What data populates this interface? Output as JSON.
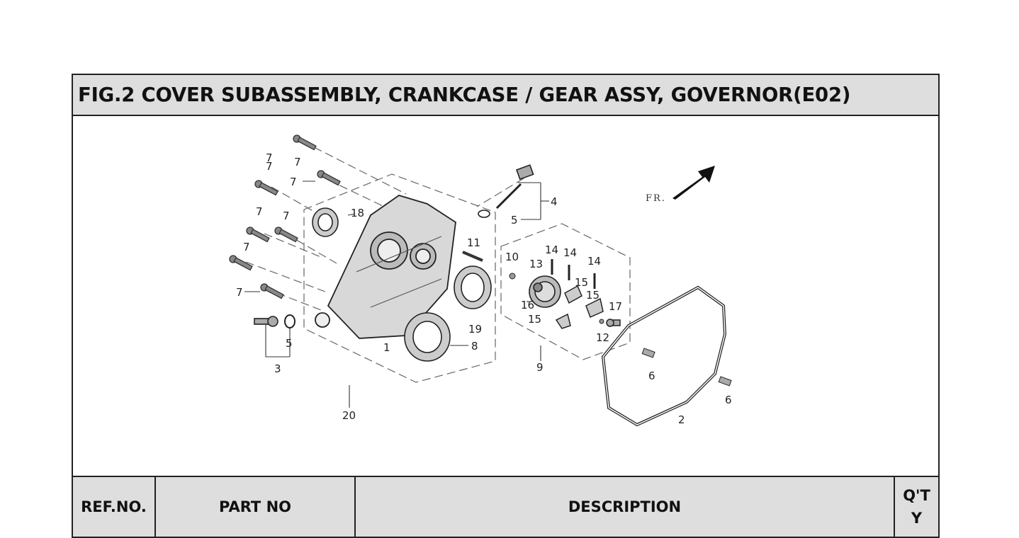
{
  "title": "FIG.2 COVER SUBASSEMBLY, CRANKCASE / GEAR ASSY, GOVERNOR(E02)",
  "diagram": {
    "direction_label": "FR.",
    "callouts": [
      "7",
      "7",
      "7",
      "7",
      "7",
      "7",
      "7",
      "7",
      "3",
      "5",
      "20",
      "1",
      "18",
      "4",
      "5",
      "11",
      "8",
      "19",
      "10",
      "13",
      "14",
      "14",
      "14",
      "15",
      "15",
      "16",
      "15",
      "17",
      "12",
      "9",
      "6",
      "6",
      "2"
    ]
  },
  "table_header": {
    "ref_no": "REF.NO.",
    "part_no": "PART NO",
    "description": "DESCRIPTION",
    "qty": "Q'TY"
  }
}
